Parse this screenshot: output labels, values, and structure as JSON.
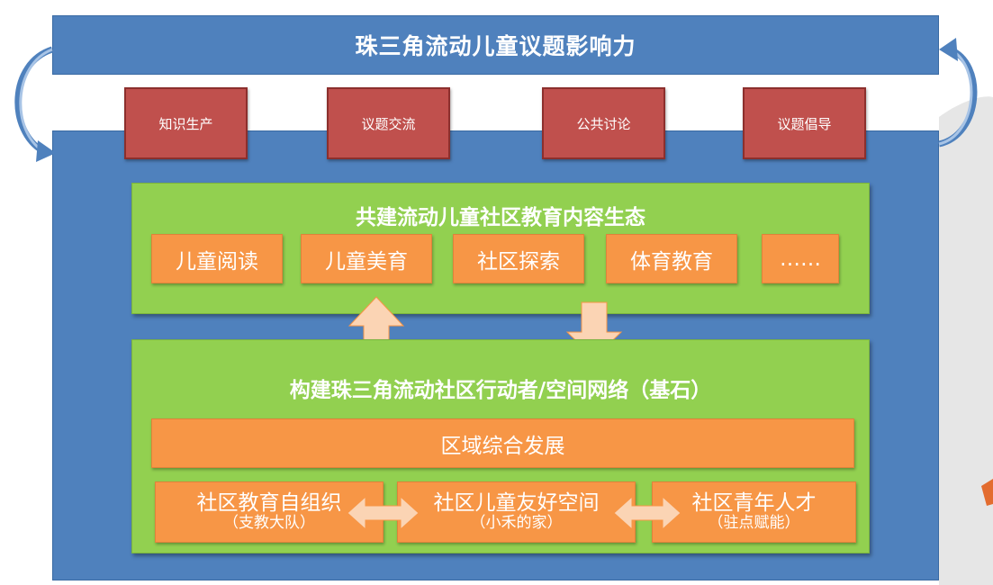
{
  "title": "珠三角流动儿童议题影响力",
  "influence_items": [
    "知识生产",
    "议题交流",
    "公共讨论",
    "议题倡导"
  ],
  "content_ecosystem": {
    "title": "共建流动儿童社区教育内容生态",
    "items": [
      "儿童阅读",
      "儿童美育",
      "社区探索",
      "体育教育",
      "……"
    ]
  },
  "network": {
    "title": "构建珠三角流动社区行动者/空间网络（基石）",
    "regional": "区域综合发展",
    "items": [
      {
        "label": "社区教育自组织",
        "sub": "（支教大队）"
      },
      {
        "label": "社区儿童友好空间",
        "sub": "（小禾的家）"
      },
      {
        "label": "社区青年人才",
        "sub": "（驻点赋能）"
      }
    ]
  },
  "colors": {
    "blue": "#4f81bd",
    "red": "#c0504d",
    "green": "#92d050",
    "orange": "#f79646",
    "light_orange": "#fbd4b4"
  }
}
